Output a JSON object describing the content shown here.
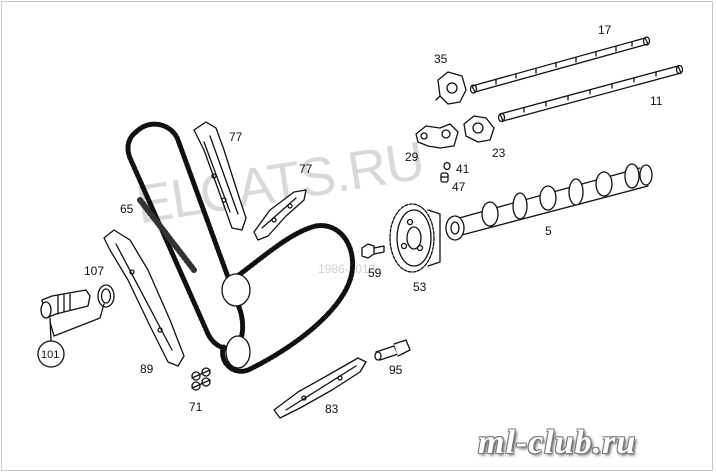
{
  "part_labels": {
    "p17": "17",
    "p35": "35",
    "p11": "11",
    "p77a": "77",
    "p77b": "77",
    "p29": "29",
    "p41": "41",
    "p23": "23",
    "p47": "47",
    "p65": "65",
    "p5": "5",
    "p59": "59",
    "p107": "107",
    "p53": "53",
    "p101": "101",
    "p89": "89",
    "p95": "95",
    "p71": "71",
    "p83": "83"
  },
  "watermarks": {
    "main": "ELCATS.RU",
    "date": "1986-2013"
  },
  "logo": "ml-club.ru"
}
